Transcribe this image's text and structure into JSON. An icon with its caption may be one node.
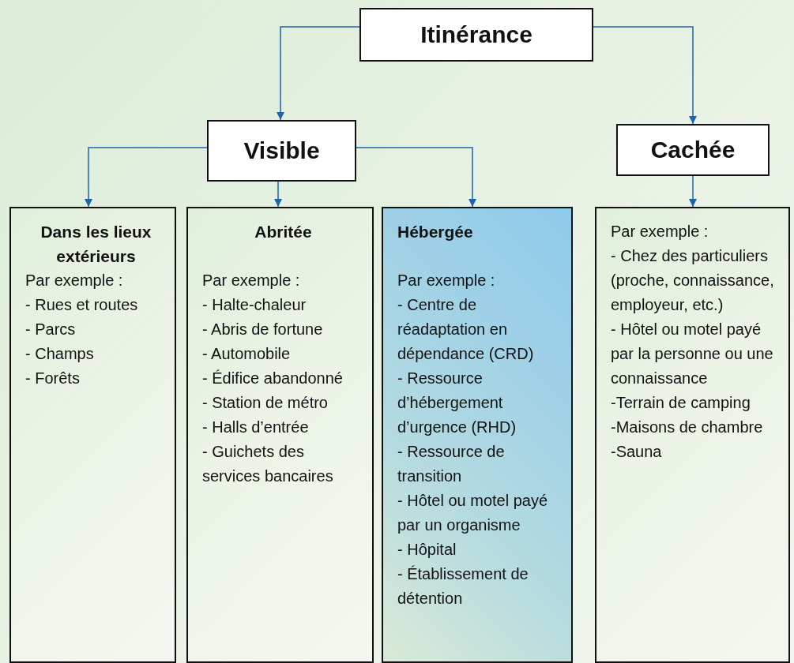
{
  "diagram": {
    "nodes": [
      {
        "text": [
          "Itinérance"
        ]
      },
      {
        "text": [
          "Visible"
        ]
      },
      {
        "text": [
          "Cachée"
        ]
      },
      {
        "text": [
          "Dans les lieux extérieurs",
          "Par exemple :",
          "- Rues et routes",
          "- Parcs",
          "- Champs",
          "- Forêts"
        ]
      },
      {
        "text": [
          "Abritée",
          "Par exemple :",
          "- Halte-chaleur",
          "- Abris de fortune",
          "- Automobile",
          "- Édifice abandonné",
          "- Station de métro",
          "- Halls d’entrée",
          "- Guichets des services bancaires"
        ]
      },
      {
        "text": [
          "Hébergée",
          "Par exemple :",
          "- Centre de réadaptation en dépendance (CRD)",
          "- Ressource d’hébergement d’urgence (RHD)",
          "- Ressource de transition",
          "- Hôtel ou motel payé par un organisme",
          "- Hôpital",
          "- Établissement de détention"
        ]
      },
      {
        "text": [
          "Par exemple :",
          "- Chez des particuliers (proche, connaissance, employeur, etc.)",
          "- Hôtel ou motel payé par la personne ou une connaissance",
          "-Terrain de camping",
          "-Maisons de chambre",
          "-Sauna"
        ]
      }
    ],
    "edges": [
      {
        "from": 0,
        "to": 1,
        "arrow": "to"
      },
      {
        "from": 0,
        "to": 2,
        "arrow": "to"
      },
      {
        "from": 1,
        "to": 3,
        "arrow": "to"
      },
      {
        "from": 1,
        "to": 4,
        "arrow": "to"
      },
      {
        "from": 1,
        "to": 5,
        "arrow": "to"
      },
      {
        "from": 2,
        "to": 6,
        "arrow": "to"
      }
    ]
  }
}
